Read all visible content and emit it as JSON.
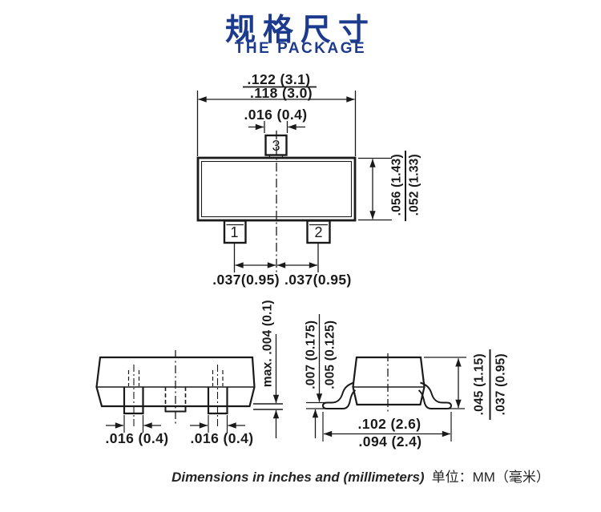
{
  "title": {
    "heading_zh": "规格尺寸",
    "heading_en": "THE PACKAGE"
  },
  "colors": {
    "title_blue": "#1c3a8e",
    "line_color": "#1a1a1a",
    "background": "#ffffff"
  },
  "top_view": {
    "pin1_label": "1",
    "pin2_label": "2",
    "pin3_label": "3",
    "width_max": ".122 (3.1)",
    "width_min": ".118 (3.0)",
    "pin3_width": ".016 (0.4)",
    "height_max": ".056 (1.43)",
    "height_min": ".052 (1.33)",
    "pitch_left": ".037(0.95)",
    "pitch_right": ".037(0.95)"
  },
  "front_view": {
    "standoff_max": "max. .004 (0.1)",
    "pin_width_left": ".016 (0.4)",
    "pin_width_right": ".016 (0.4)"
  },
  "side_view": {
    "lead_thickness_max": ".007 (0.175)",
    "lead_thickness_min": ".005 (0.125)",
    "height_max": ".045 (1.15)",
    "height_min": ".037 (0.95)",
    "lead_span_max": ".102 (2.6)",
    "lead_span_min": ".094 (2.4)"
  },
  "footer": {
    "units_en": "Dimensions in inches and (millimeters)",
    "units_zh": "单位：MM（毫米）"
  }
}
